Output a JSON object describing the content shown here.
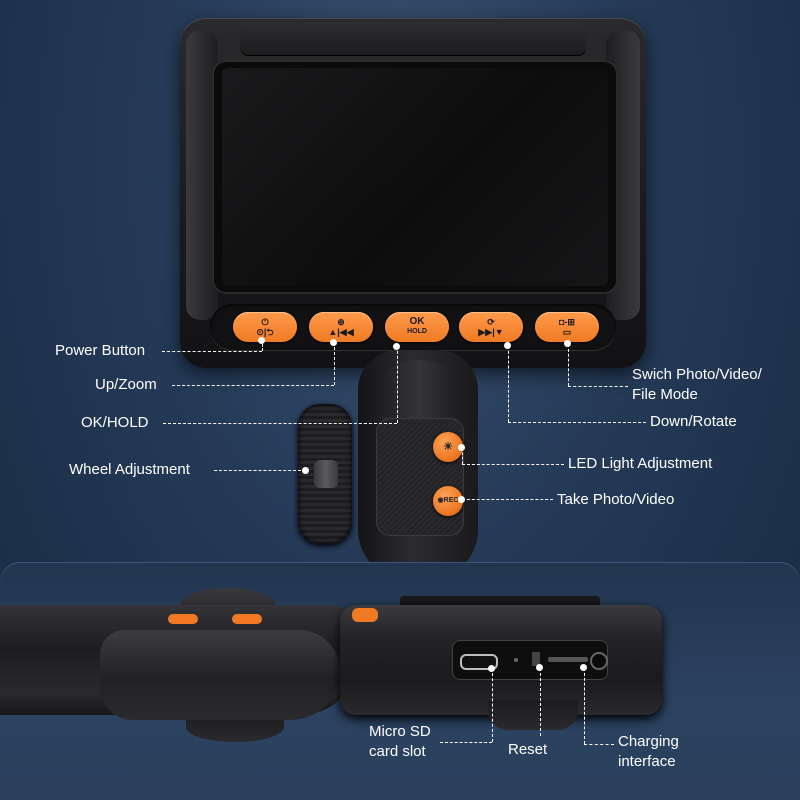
{
  "buttons": {
    "power": {
      "top": "⏻",
      "bottom": "⊙|⮌"
    },
    "up_zoom": {
      "top": "⊕",
      "bottom": "▲|◀◀"
    },
    "ok": {
      "top": "OK",
      "bottom": "HOLD"
    },
    "down": {
      "top": "⟳",
      "bottom": "▶▶|▼"
    },
    "mode": {
      "top": "◘-⊞",
      "bottom": "▭"
    },
    "led": "☀",
    "rec": "◉REC"
  },
  "labels": {
    "power_button": "Power Button",
    "up_zoom": "Up/Zoom",
    "ok_hold": "OK/HOLD",
    "wheel_adjustment": "Wheel Adjustment",
    "switch_mode_line1": "Swich Photo/Video/",
    "switch_mode_line2": "File Mode",
    "down_rotate": "Down/Rotate",
    "led_light_adjustment": "LED Light Adjustment",
    "take_photo_video": "Take Photo/Video",
    "micro_sd_line1": "Micro SD",
    "micro_sd_line2": "card slot",
    "reset": "Reset",
    "charging_line1": "Charging",
    "charging_line2": "interface"
  },
  "colors": {
    "accent": "#f07a24",
    "background": "#243a57",
    "label_text": "#ffffff"
  }
}
